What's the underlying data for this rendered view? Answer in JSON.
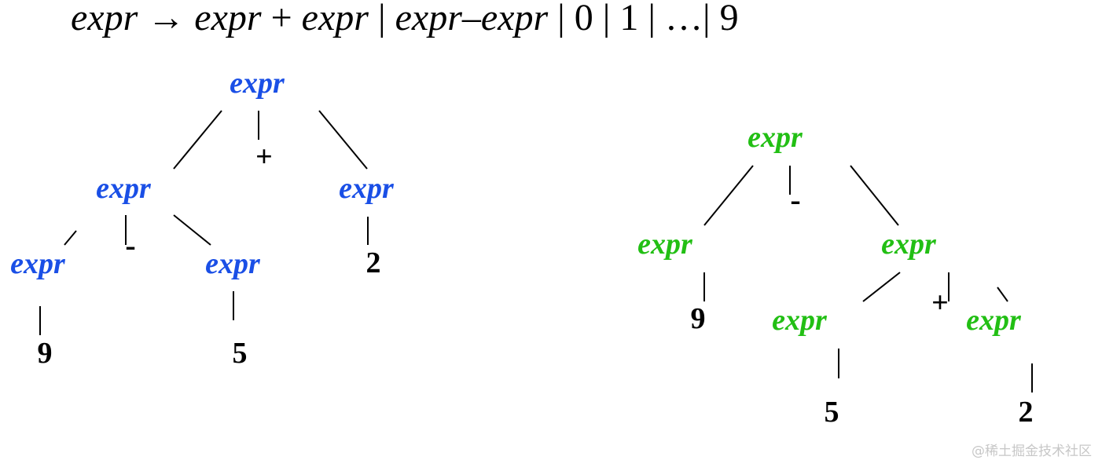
{
  "grammar": {
    "lhs": "expr",
    "arrow": "→",
    "alt1_left": "expr",
    "alt1_op": "+",
    "alt1_right": "expr",
    "sep": "|",
    "alt2_left": "expr",
    "alt2_op": "–",
    "alt2_right": "expr",
    "alt3": "0",
    "alt4": "1",
    "alt5": "…",
    "alt6": "9"
  },
  "colors": {
    "tree_left": "#1a4fe6",
    "tree_right": "#22bf14",
    "terminal": "#000000",
    "edge": "#000000",
    "watermark": "#c7c7c7"
  },
  "tree_left": {
    "root": "expr",
    "root_op": "+",
    "left": {
      "label": "expr",
      "op": "-",
      "left": {
        "label": "expr",
        "leaf": "9"
      },
      "right": {
        "label": "expr",
        "leaf": "5"
      }
    },
    "right": {
      "label": "expr",
      "leaf": "2"
    }
  },
  "tree_right": {
    "root": "expr",
    "root_op": "-",
    "left": {
      "label": "expr",
      "leaf": "9"
    },
    "right": {
      "label": "expr",
      "op": "+",
      "left": {
        "label": "expr",
        "leaf": "5"
      },
      "right": {
        "label": "expr",
        "leaf": "2"
      }
    }
  },
  "watermark": "@稀土掘金技术社区"
}
